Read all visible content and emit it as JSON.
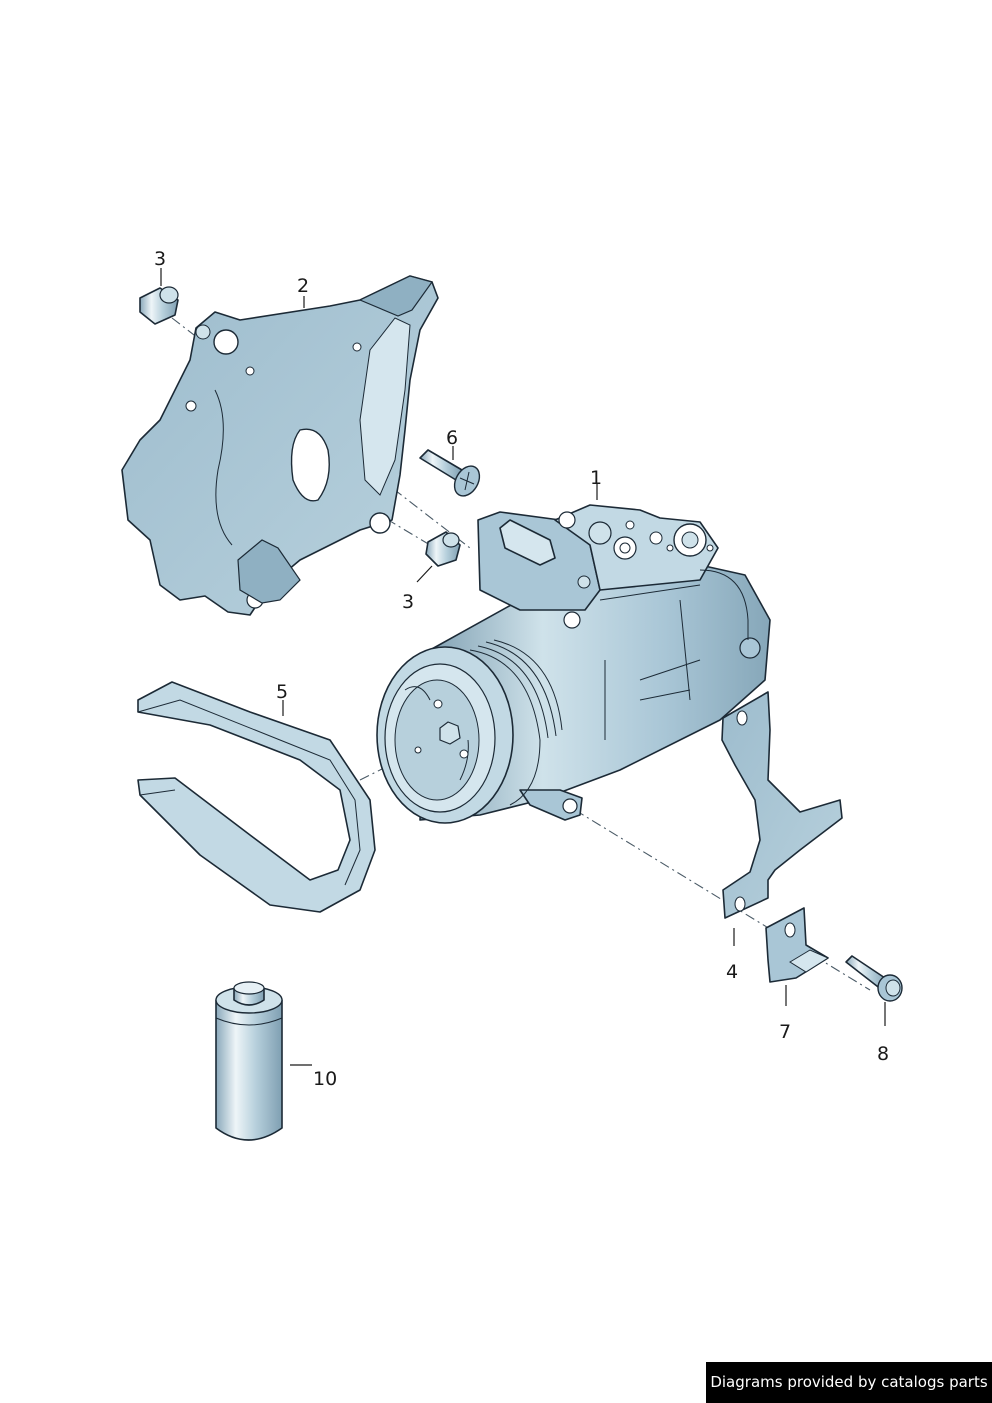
{
  "callouts": {
    "c1": "1",
    "c2": "2",
    "c3a": "3",
    "c3b": "3",
    "c4": "4",
    "c5": "5",
    "c6": "6",
    "c7": "7",
    "c8": "8",
    "c10": "10"
  },
  "footer": {
    "credit": "Diagrams provided by catalogs parts"
  },
  "colors": {
    "part_fill": "#a9c6d6",
    "part_light": "#d5e6ee",
    "part_shadow": "#7c9db0",
    "outline": "#1c2a36"
  }
}
